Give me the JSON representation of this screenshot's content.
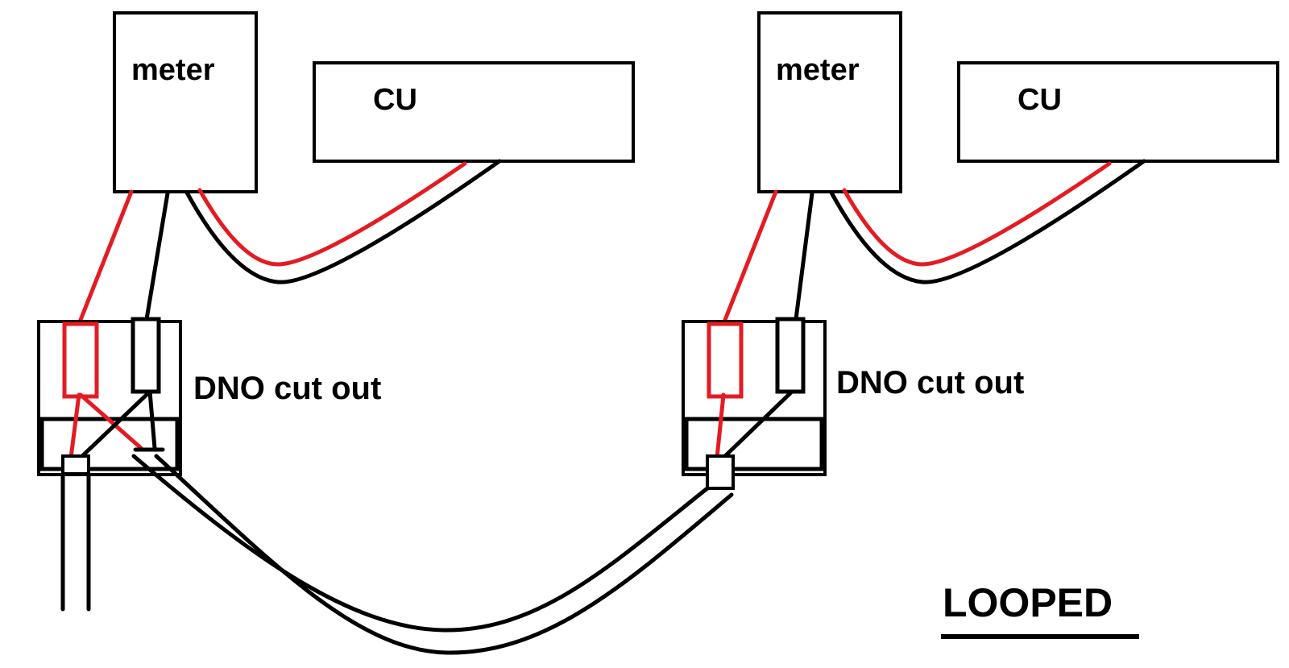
{
  "left_installation": {
    "meter_label": "meter",
    "cu_label": "CU",
    "cutout_label": "DNO cut out"
  },
  "right_installation": {
    "meter_label": "meter",
    "cu_label": "CU",
    "cutout_label": "DNO cut out"
  },
  "footer": {
    "title": "LOOPED"
  },
  "colors": {
    "live": "#e31b23",
    "neutral": "#000000",
    "background": "#ffffff"
  }
}
